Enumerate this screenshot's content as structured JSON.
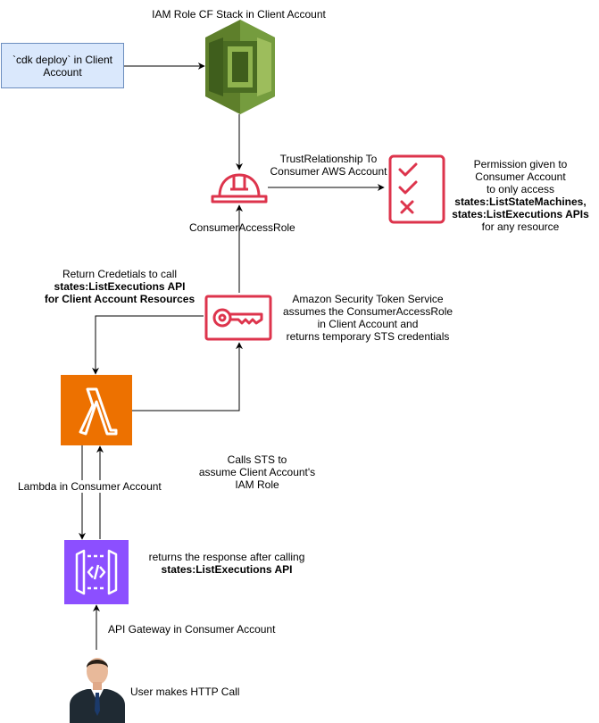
{
  "title": "IAM Role CF Stack in Client Account",
  "deploy_box": {
    "line1": "`cdk deploy` in Client",
    "line2": "Account"
  },
  "trust": {
    "line1": "TrustRelationship To",
    "line2": "Consumer  AWS Account"
  },
  "role_label": "ConsumerAccessRole",
  "permission": {
    "line1": "Permission given to",
    "line2": "Consumer Account",
    "line3": "to only access",
    "line4": "states:ListStateMachines,",
    "line5": "states:ListExecutions APIs",
    "line6": "for any resource"
  },
  "return_creds": {
    "line1": "Return Credetials to call",
    "line2": "states:ListExecutions API",
    "line3": "for Client Account Resources"
  },
  "sts": {
    "line1": "Amazon Security Token Service",
    "line2": "assumes the ConsumerAccessRole",
    "line3": "in Client Account and",
    "line4": "returns temporary STS credentials"
  },
  "calls_sts": {
    "line1": "Calls STS to",
    "line2": "assume Client Account's",
    "line3": "IAM Role"
  },
  "lambda_label": "Lambda in Consumer Account",
  "returns_response": {
    "line1": "returns the response after calling",
    "line2": "states:ListExecutions API"
  },
  "apigw_label": "API Gateway in Consumer Account",
  "user_label": "User makes HTTP Call",
  "colors": {
    "cf_green": "#759c3e",
    "security_red": "#dd344c",
    "lambda_orange": "#ed7100",
    "apigw_purple": "#8c4fff"
  }
}
